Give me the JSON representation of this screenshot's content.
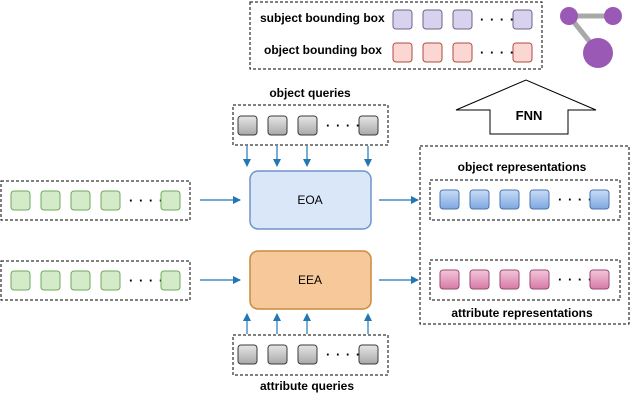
{
  "labels": {
    "subject_box": "subject bounding box",
    "object_box": "object bounding box",
    "object_queries": "object queries",
    "attribute_queries": "attribute queries",
    "object_representations": "object representations",
    "attribute_representations": "attribute representations",
    "fnn": "FNN",
    "eoa": "EOA",
    "eea": "EEA",
    "ellipsis": "· · · ·"
  },
  "colors": {
    "subject_token": "#d9d2ee",
    "subject_token_border": "#6e6488",
    "object_box_token": "#fbd7d3",
    "object_box_token_border": "#b14a42",
    "query_token": "#c9c9c9",
    "query_token_border": "#3a3a3a",
    "input_token": "#d4ebc9",
    "input_token_border": "#6fa85c",
    "object_rep_token": "#9dc0ec",
    "object_rep_border": "#4a74b0",
    "attribute_rep_token": "#e8a7c4",
    "attribute_rep_border": "#9a4a72",
    "eoa_fill": "#d9e7f8",
    "eoa_border": "#6f93c7",
    "eea_fill": "#f7c99a",
    "eea_border": "#c98a3c",
    "arrow": "#1f77b4",
    "graph_node": "#9b59b6",
    "graph_edge": "#a9a9a9"
  },
  "icons": {
    "graph": "graph-icon"
  }
}
